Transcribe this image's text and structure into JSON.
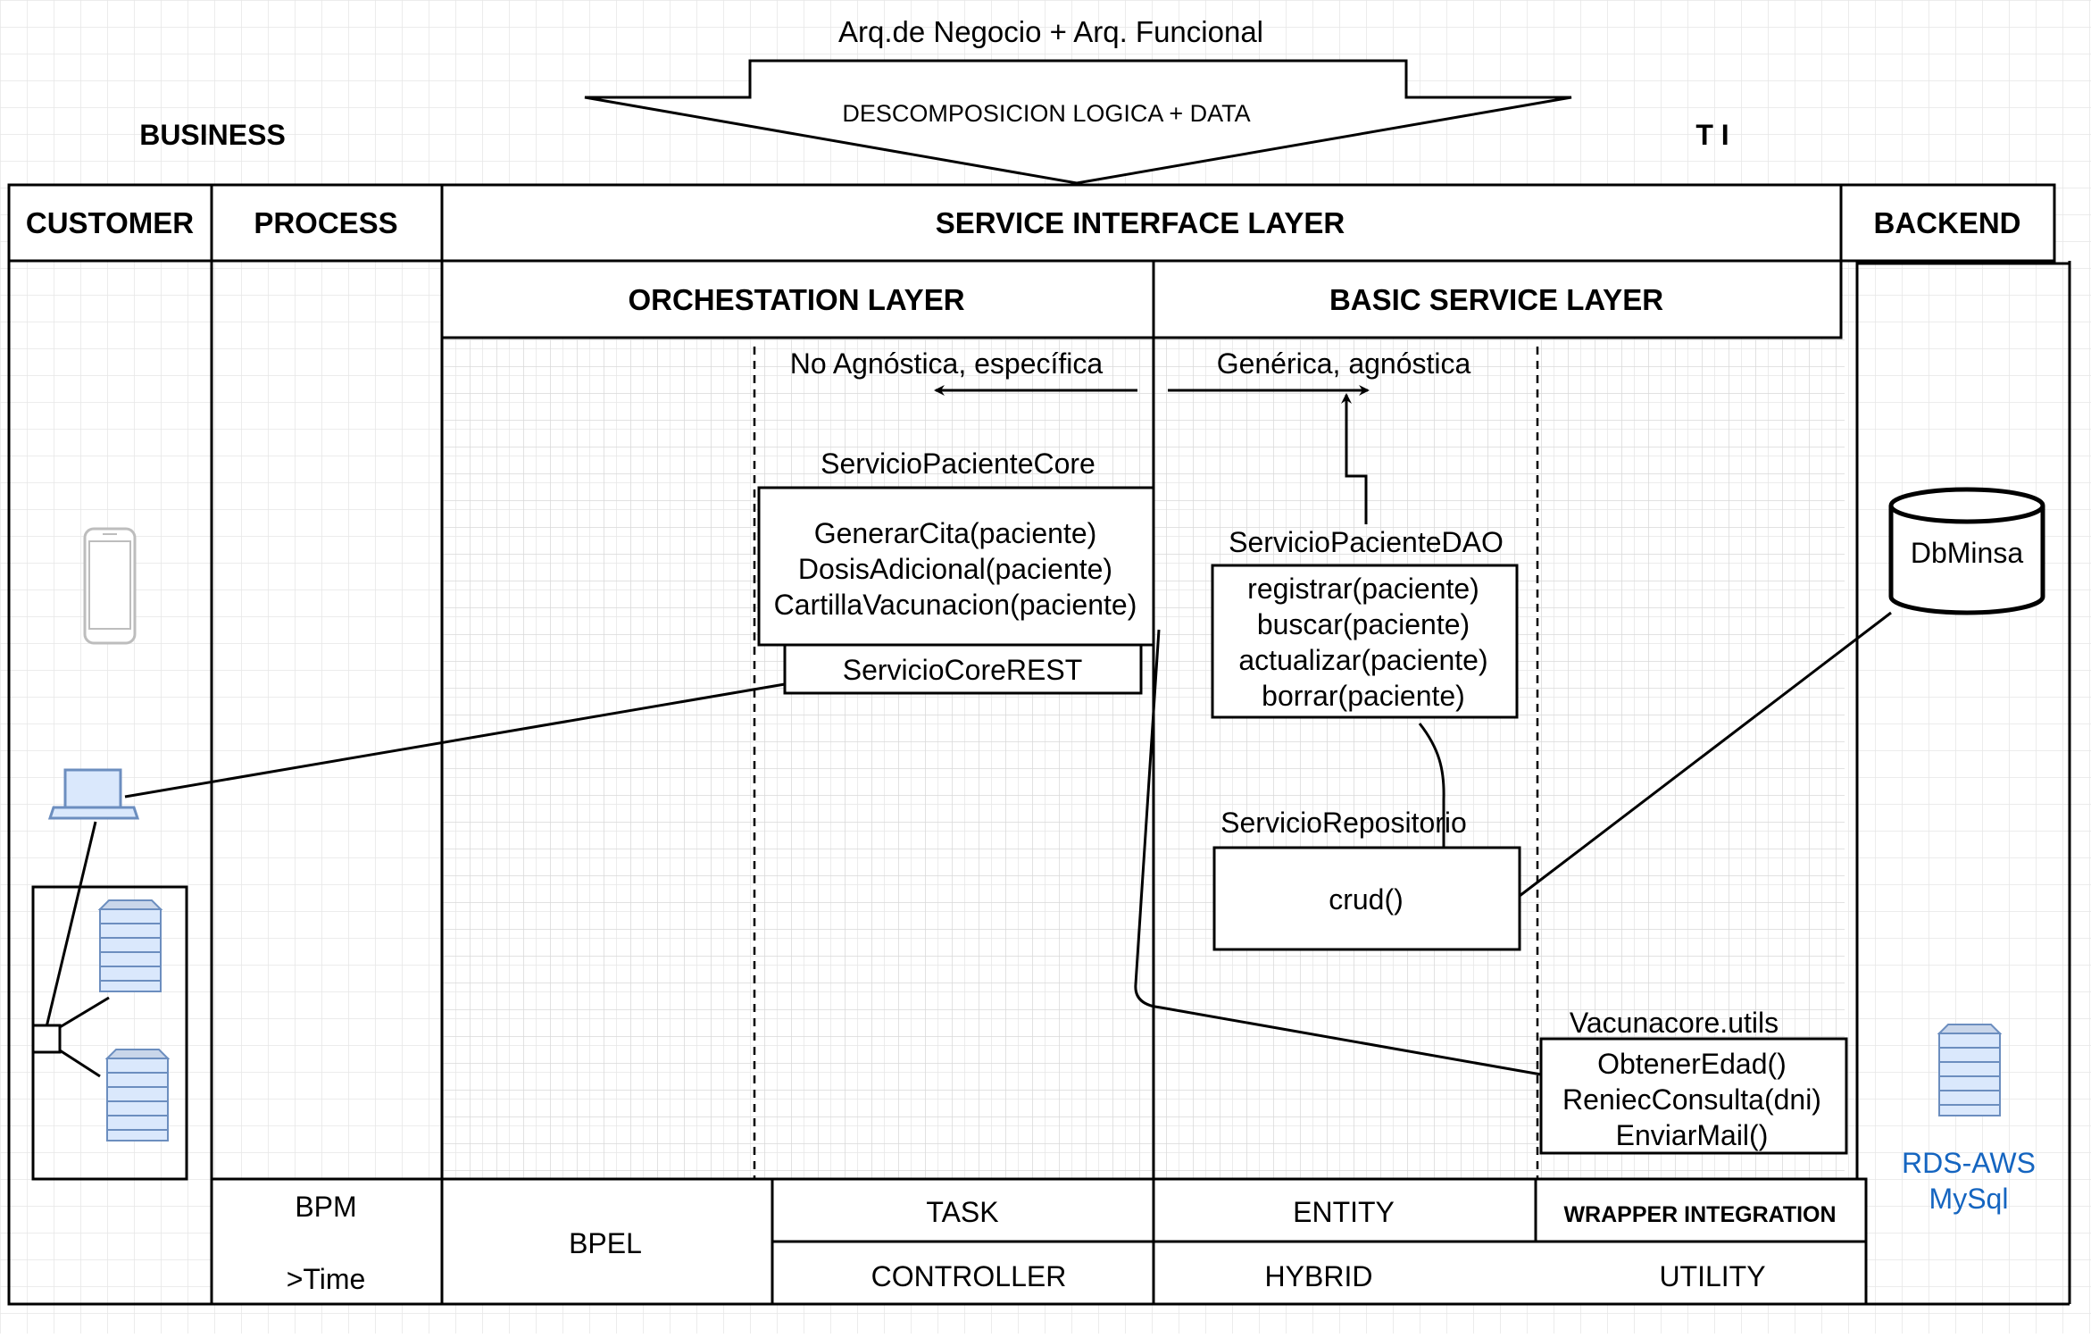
{
  "header": {
    "top_title": "Arq.de Negocio + Arq. Funcional",
    "arrow_label": "DESCOMPOSICION LOGICA  + DATA",
    "business_label": "BUSINESS",
    "ti_label": "T I"
  },
  "columns": {
    "customer": "CUSTOMER",
    "process": "PROCESS",
    "service_interface": "SERVICE INTERFACE LAYER",
    "backend": "BACKEND"
  },
  "sublayers": {
    "orchestation": "ORCHESTATION LAYER",
    "basic_service": "BASIC SERVICE LAYER"
  },
  "annotations": {
    "no_agnostica": "No Agnóstica, específica",
    "generica": "Genérica, agnóstica"
  },
  "components": {
    "paciente_core": {
      "title": "ServicioPacienteCore",
      "methods": [
        "GenerarCita(paciente)",
        "DosisAdicional(paciente)",
        "CartillaVacunacion(paciente)"
      ]
    },
    "core_rest": {
      "title": "ServicioCoreREST"
    },
    "paciente_dao": {
      "title": "ServicioPacienteDAO",
      "methods": [
        "registrar(paciente)",
        "buscar(paciente)",
        "actualizar(paciente)",
        "borrar(paciente)"
      ]
    },
    "repositorio": {
      "title": "ServicioRepositorio",
      "methods": [
        "crud()"
      ]
    },
    "utils": {
      "title": "Vacunacore.utils",
      "methods": [
        "ObtenerEdad()",
        "ReniecConsulta(dni)",
        "EnviarMail()"
      ]
    },
    "database": {
      "name": "DbMinsa"
    },
    "rds": {
      "line1": "RDS-AWS",
      "line2": "MySql"
    }
  },
  "bottom": {
    "bpm": "BPM",
    "time": ">Time",
    "bpel": "BPEL",
    "task": "TASK",
    "entity": "ENTITY",
    "wrapper": "WRAPPER  INTEGRATION",
    "controller": "CONTROLLER",
    "hybrid": "HYBRID",
    "utility": "UTILITY"
  },
  "colors": {
    "rds_text": "#1565c0",
    "icon_stroke": "#6c8ebf",
    "icon_fill": "#dae8fc",
    "phone_stroke": "#bdbdbd",
    "grid": "#e6e6e6"
  },
  "icons": [
    "mobile-phone-icon",
    "laptop-icon",
    "server-icon",
    "database-icon"
  ]
}
